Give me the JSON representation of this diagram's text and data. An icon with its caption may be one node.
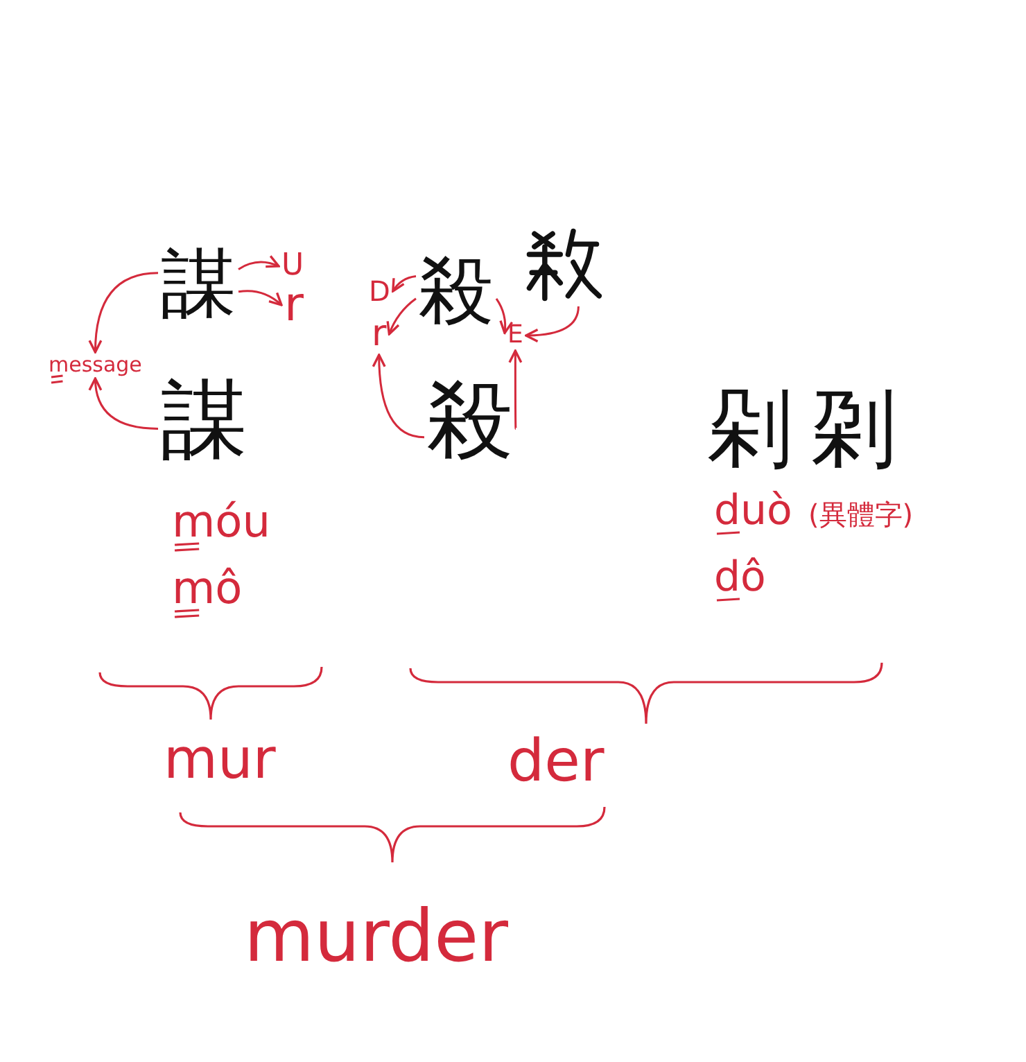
{
  "diagram": {
    "nodes": [
      {
        "text": [
          "謀"
        ]
      },
      {
        "text": [
          "U"
        ]
      },
      {
        "text": [
          "r"
        ]
      },
      {
        "text": [
          "message"
        ]
      },
      {
        "text": [
          "謀"
        ]
      },
      {
        "text": [
          "D"
        ]
      },
      {
        "text": [
          "殺"
        ]
      },
      {
        "text": [
          "r"
        ]
      },
      {
        "text": [
          "E"
        ]
      },
      {
        "text": [],
        "shape": "picture"
      },
      {
        "text": [
          "殺"
        ]
      },
      {
        "text": [
          "剁"
        ]
      },
      {
        "text": [
          "刴"
        ]
      }
    ],
    "edges": [
      {
        "from": 0,
        "to": 1,
        "arrow": "to"
      },
      {
        "from": 0,
        "to": 2,
        "arrow": "to"
      },
      {
        "from": 0,
        "to": 3,
        "arrow": "to"
      },
      {
        "from": 4,
        "to": 3,
        "arrow": "to"
      },
      {
        "from": 6,
        "to": 5,
        "arrow": "to"
      },
      {
        "from": 6,
        "to": 7,
        "arrow": "to"
      },
      {
        "from": 6,
        "to": 8,
        "arrow": "to"
      },
      {
        "from": 9,
        "to": 8,
        "arrow": "to"
      },
      {
        "from": 10,
        "to": 7,
        "arrow": "to"
      },
      {
        "from": 10,
        "to": 8,
        "arrow": "to"
      }
    ],
    "labels": [
      "móu",
      "duò",
      "(異體字)",
      "mô",
      "dô",
      "mur",
      "der",
      "murder"
    ]
  }
}
